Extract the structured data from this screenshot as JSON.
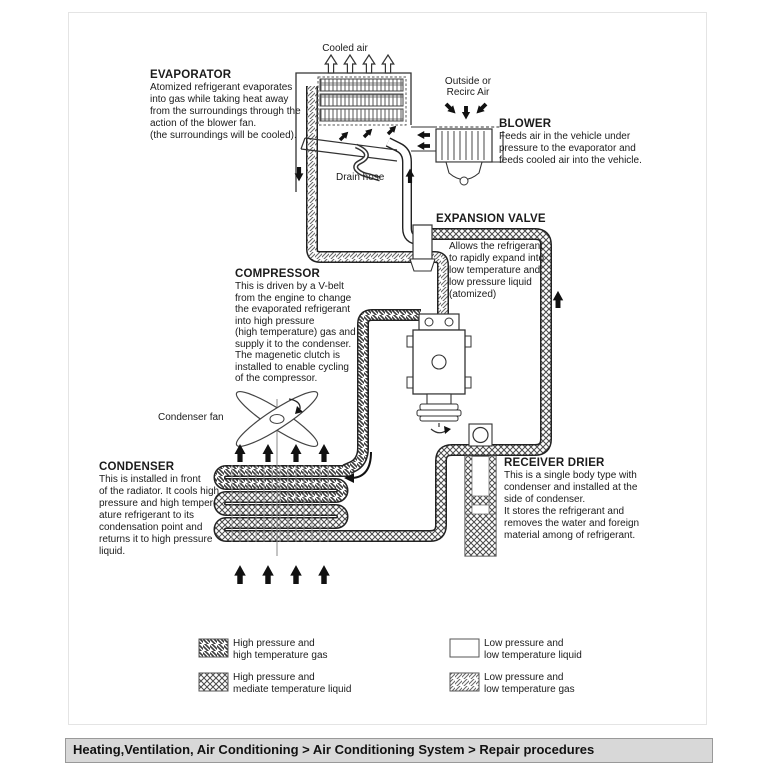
{
  "colors": {
    "line": "#333333",
    "text": "#1b1b1b",
    "arrow": "#111111",
    "page_border": "#e4e4e4",
    "breadcrumb_bg": "#d8d8d8",
    "breadcrumb_border": "#999999"
  },
  "diagram": {
    "labels": {
      "cooled_air": "Cooled air",
      "drain_hose": "Drain hose",
      "outside_recirc_air": "Outside or\nRecirc Air",
      "condenser_fan": "Condenser fan"
    },
    "components": {
      "evaporator": {
        "title": "EVAPORATOR",
        "description": "Atomized refrigerant evaporates\ninto gas while taking heat away\nfrom the surroundings through the\naction of the blower fan.\n(the surroundings will be cooled)."
      },
      "blower": {
        "title": "BLOWER",
        "description": "Feeds air in the vehicle under\npressure to the evaporator and\nfeeds cooled air into the vehicle."
      },
      "expansion_valve": {
        "title": "EXPANSION VALVE",
        "description": "Allows the refrigerant\nto rapidly expand into\nlow temperature and\nlow pressure liquid\n(atomized)"
      },
      "compressor": {
        "title": "COMPRESSOR",
        "description": "This is driven by a V-belt\nfrom the engine to change\nthe evaporated refrigerant\ninto high pressure\n(high temperature) gas and\nsupply it to the condenser.\nThe magenetic clutch is\ninstalled to enable cycling\nof the compressor."
      },
      "condenser": {
        "title": "CONDENSER",
        "description": "This is installed in front\nof the radiator. It cools high\npressure and high temper-\nature refrigerant to its\ncondensation point and\nreturns it to high pressure\nliquid."
      },
      "receiver_drier": {
        "title": "RECEIVER DRIER",
        "description": "This is a single body type with\ncondenser and installed at the\nside of condenser.\nIt stores the refrigerant and\nremoves the water and foreign\nmaterial among of refrigerant."
      }
    },
    "legend": [
      {
        "swatch": "backslash-hatch",
        "label": "High pressure and\nhigh temperature gas"
      },
      {
        "swatch": "diamond-crosshatch",
        "label": "High pressure and\nmediate temperature liquid"
      },
      {
        "swatch": "plain-white",
        "label": "Low pressure and\nlow temperature liquid"
      },
      {
        "swatch": "forward-slash-hatch",
        "label": "Low pressure and\nlow temperature gas"
      }
    ]
  },
  "breadcrumb": {
    "text": "Heating,Ventilation, Air Conditioning > Air Conditioning System > Repair procedures",
    "segments": [
      "Heating,Ventilation, Air Conditioning",
      "Air Conditioning System",
      "Repair procedures"
    ],
    "separator": ">"
  }
}
